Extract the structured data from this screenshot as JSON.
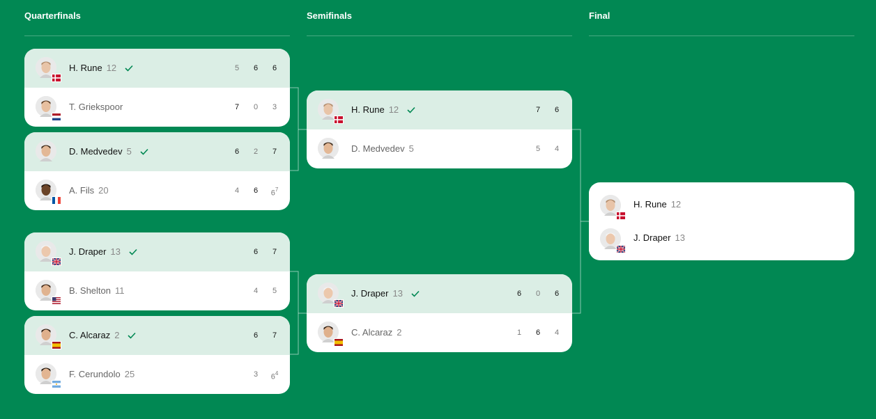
{
  "rounds": {
    "quarterfinals": "Quarterfinals",
    "semifinals": "Semifinals",
    "final": "Final"
  },
  "colors": {
    "background": "#018853",
    "winner_row": "#dbeee5",
    "check": "#018853"
  },
  "quarterfinals": [
    {
      "p1": {
        "name": "H. Rune",
        "seed": "12",
        "country": "DEN",
        "winner": true,
        "scores": [
          "5",
          "6",
          "6"
        ]
      },
      "p2": {
        "name": "T. Griekspoor",
        "seed": "",
        "country": "NED",
        "winner": false,
        "scores": [
          "7",
          "0",
          "3"
        ]
      }
    },
    {
      "p1": {
        "name": "D. Medvedev",
        "seed": "5",
        "country": "",
        "winner": true,
        "scores": [
          "6",
          "2",
          "7"
        ]
      },
      "p2": {
        "name": "A. Fils",
        "seed": "20",
        "country": "FRA",
        "winner": false,
        "scores": [
          "4",
          "6",
          "6"
        ],
        "tiebreak": "7"
      }
    },
    {
      "p1": {
        "name": "J. Draper",
        "seed": "13",
        "country": "GBR",
        "winner": true,
        "scores": [
          "6",
          "7"
        ]
      },
      "p2": {
        "name": "B. Shelton",
        "seed": "11",
        "country": "USA",
        "winner": false,
        "scores": [
          "4",
          "5"
        ]
      }
    },
    {
      "p1": {
        "name": "C. Alcaraz",
        "seed": "2",
        "country": "ESP",
        "winner": true,
        "scores": [
          "6",
          "7"
        ]
      },
      "p2": {
        "name": "F. Cerundolo",
        "seed": "25",
        "country": "ARG",
        "winner": false,
        "scores": [
          "3",
          "6"
        ],
        "tiebreak": "4"
      }
    }
  ],
  "semifinals": [
    {
      "p1": {
        "name": "H. Rune",
        "seed": "12",
        "country": "DEN",
        "winner": true,
        "scores": [
          "7",
          "6"
        ]
      },
      "p2": {
        "name": "D. Medvedev",
        "seed": "5",
        "country": "",
        "winner": false,
        "scores": [
          "5",
          "4"
        ]
      }
    },
    {
      "p1": {
        "name": "J. Draper",
        "seed": "13",
        "country": "GBR",
        "winner": true,
        "scores": [
          "6",
          "0",
          "6"
        ]
      },
      "p2": {
        "name": "C. Alcaraz",
        "seed": "2",
        "country": "ESP",
        "winner": false,
        "scores": [
          "1",
          "6",
          "4"
        ]
      }
    }
  ],
  "final": {
    "p1": {
      "name": "H. Rune",
      "seed": "12",
      "country": "DEN"
    },
    "p2": {
      "name": "J. Draper",
      "seed": "13",
      "country": "GBR"
    }
  }
}
